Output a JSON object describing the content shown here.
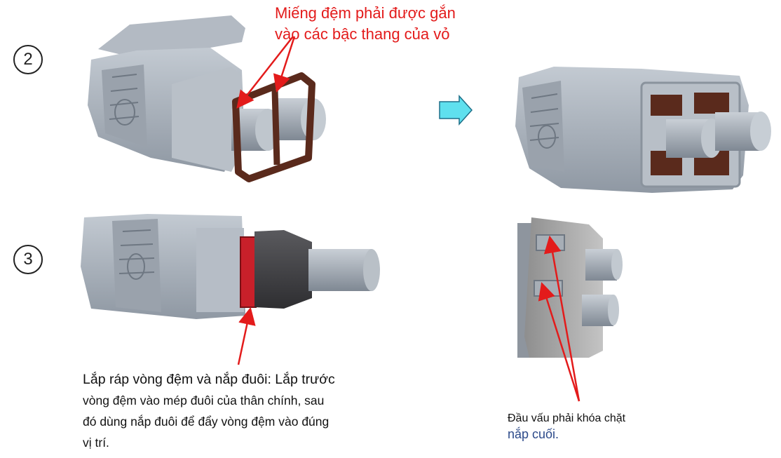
{
  "steps": {
    "two": "2",
    "three": "3"
  },
  "labels": {
    "gasket_line1": "Miếng đệm phải được gắn",
    "gasket_line2": "vào các bậc thang của vỏ",
    "assembly_line1": "Lắp ráp vòng đệm và nắp đuôi: Lắp trước",
    "assembly_line2": "vòng đệm vào mép đuôi của thân chính, sau",
    "assembly_line3": "đó dùng nắp đuôi để đẩy vòng đệm vào đúng",
    "assembly_line4": "vị trí.",
    "lock_line1": "Đầu vấu phải khóa chặt",
    "lock_line2": "nắp cuối."
  },
  "colors": {
    "annotation_red": "#e31b1b",
    "housing_gray": "#a9b1bb",
    "gasket_brown": "#5a2a1c",
    "seal_red": "#c8202a",
    "cap_dark": "#3d3d40",
    "arrow_cyan": "#5fe0ee",
    "lock_text_blue": "#2c4a8a"
  }
}
